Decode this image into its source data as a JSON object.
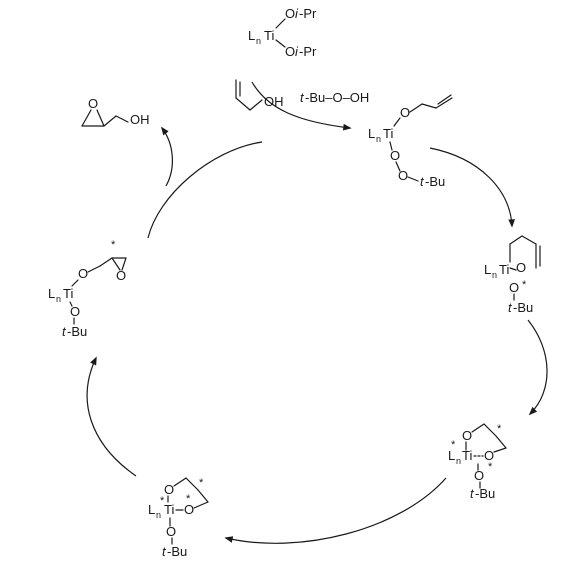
{
  "catalyst": {
    "ligand": "L",
    "ligand_sub": "n",
    "metal": "Ti",
    "oxy_a": "O",
    "ipr_a_prefix": "i",
    "ipr_a_suffix": "-Pr",
    "oxy_b": "O",
    "ipr_b_prefix": "i",
    "ipr_b_suffix": "-Pr"
  },
  "oxidant": {
    "prefix": "t",
    "text": "-Bu–O–OH"
  },
  "allyl_alcohol": {
    "oh": "OH"
  },
  "glycidol": {
    "oh": "OH"
  },
  "complex_1": {
    "ligand": "L",
    "ligand_sub": "n",
    "metal": "Ti",
    "o_allyl": "O",
    "o_peroxo_1": "O",
    "o_peroxo_2": "O",
    "tbu_prefix": "t",
    "tbu_suffix": "-Bu"
  },
  "complex_2": {
    "ligand": "L",
    "ligand_sub": "n",
    "metal": "Ti",
    "o_a": "O",
    "o_b": "O",
    "star": "*",
    "tbu_prefix": "t",
    "tbu_suffix": "-Bu"
  },
  "complex_3": {
    "ligand": "L",
    "ligand_sub": "n",
    "metal": "Ti",
    "o_ring": "O",
    "o_epox": "O",
    "o_tbu": "O",
    "star_ti": "*",
    "star_c": "*",
    "star_o": "*",
    "tbu_prefix": "t",
    "tbu_suffix": "-Bu"
  },
  "complex_4": {
    "ligand": "L",
    "ligand_sub": "n",
    "metal": "Ti",
    "o_ring": "O",
    "o_epox": "O",
    "o_tbu": "O",
    "star_ti": "*",
    "star_c": "*",
    "star_o": "*",
    "tbu_prefix": "t",
    "tbu_suffix": "-Bu"
  },
  "complex_5": {
    "ligand": "L",
    "ligand_sub": "n",
    "metal": "Ti",
    "o_link": "O",
    "o_tbu": "O",
    "o_epox": "O",
    "star": "*",
    "tbu_prefix": "t",
    "tbu_suffix": "-Bu"
  }
}
